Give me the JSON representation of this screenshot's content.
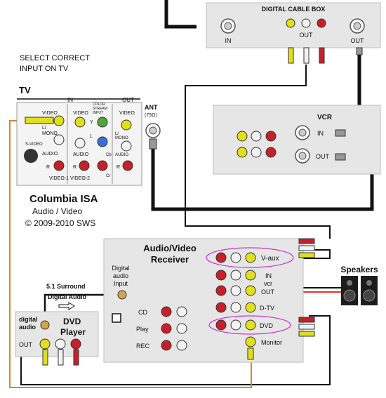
{
  "colors": {
    "panel": "#e6e6e6",
    "panel_edge": "#bdbdbd",
    "cable": "#111111",
    "composite_cable": "#d08a2a",
    "speaker_wire": "#e03a2a",
    "highlight_ellipse": "#cc33cc",
    "jack_yellow": "#e2df1d",
    "jack_red": "#c8202a",
    "jack_white": "#f2f2f2",
    "jack_green": "#4fa63a",
    "jack_blue": "#3a6fd6"
  },
  "cable_box": {
    "title": "DIGITAL CABLE BOX",
    "in_label": "IN",
    "out_label": "OUT",
    "out2_label": "OUT"
  },
  "instruction": {
    "line1": "SELECT CORRECT",
    "line2": "INPUT ON TV"
  },
  "tv": {
    "title": "TV",
    "in_label": "IN",
    "out_label": "OUT",
    "ant_label": "ANT",
    "ant_ohms": "(75Ω)",
    "video_label": "VIDEO",
    "video_label_2": "VIDEO",
    "video_label_out": "VIDEO",
    "mono_label": "L/\nMONO",
    "mono_u": "L/",
    "mono_m": "MONO",
    "svideo_label": "S-VIDEO",
    "audio_label": "AUDIO",
    "audio_label_2": "AUDIO",
    "audio_label_out": "AUDIO",
    "r_label": "R",
    "r_label_2": "R",
    "r_label_out": "R",
    "l_label_2": "L",
    "l_label_out": "L/",
    "mono_out": "MONO",
    "color_stream_1": "COLOR",
    "color_stream_2": "STREAM",
    "color_stream_3": "INPUT",
    "y_label": "Y",
    "cb_label": "Cb",
    "cr_label": "Cr",
    "video1_label": "VIDEO-1",
    "video2_label": "VIDEO-2"
  },
  "credits": {
    "line1": "Columbia ISA",
    "line2": "Audio / Video",
    "line3": "© 2009-2010 SWS"
  },
  "vcr": {
    "title": "VCR",
    "in_label": "IN",
    "out_label": "OUT"
  },
  "receiver": {
    "title1": "Audio/Video",
    "title2": "Receiver",
    "digital_input_1": "Digital",
    "digital_input_2": "audio",
    "digital_input_3": "Input",
    "cd_label": "CD",
    "play_label": "Play",
    "rec_label": "REC",
    "vaux_label": "V-aux",
    "in_label": "IN",
    "vcr_label": "vcr",
    "out_label": "OUT",
    "dtv_label": "D-TV",
    "dvd_label": "DVD",
    "monitor_label": "Monitor"
  },
  "dvd_player": {
    "surround_label": "5.1 Surround",
    "digital_audio_label": "Digital Audio",
    "digital_1": "digital",
    "digital_2": "audio",
    "title1": "DVD",
    "title2": "Player",
    "out_label": "OUT"
  },
  "speakers": {
    "title": "Speakers"
  }
}
